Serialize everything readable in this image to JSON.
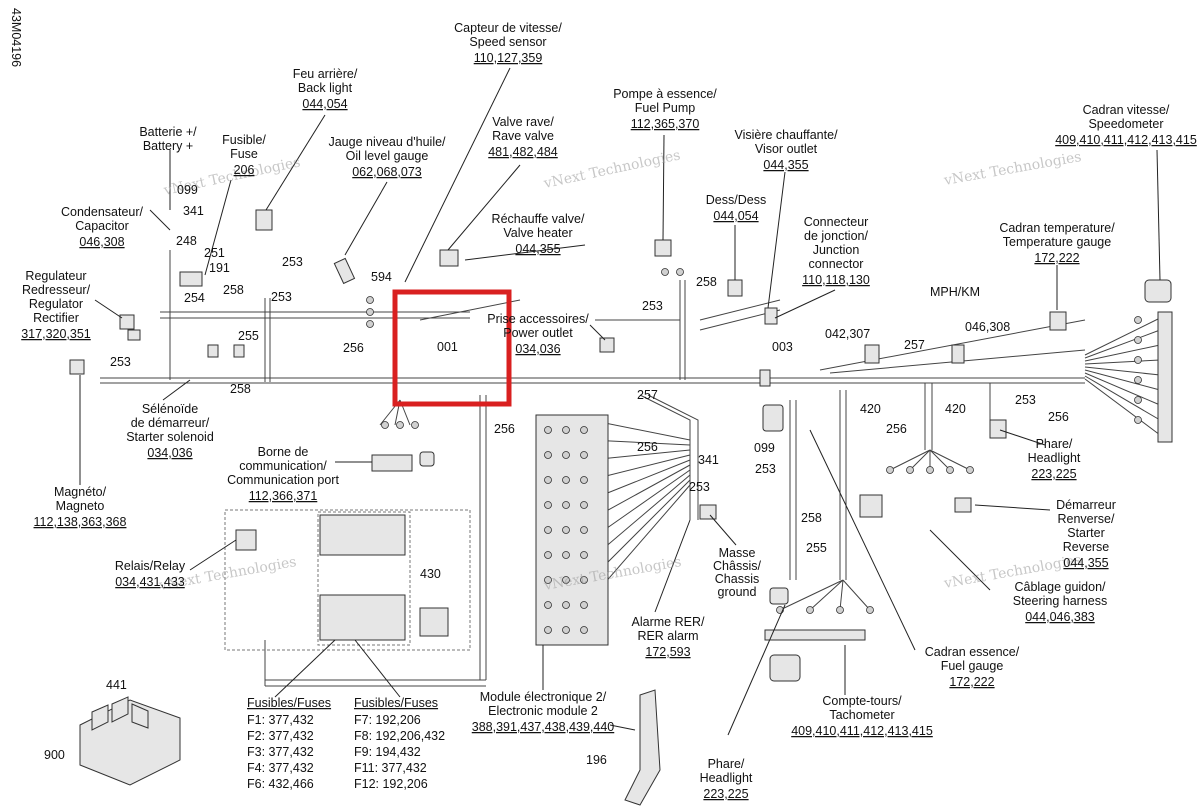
{
  "doc_id": "43M04196",
  "labels": [
    {
      "key": "speed",
      "lines": [
        "Capteur de vitesse/",
        "Speed sensor"
      ],
      "num": "110,127,359"
    },
    {
      "key": "backlight",
      "lines": [
        "Feu arrière/",
        "Back light"
      ],
      "num": "044,054"
    },
    {
      "key": "oil",
      "lines": [
        "Jauge niveau d'huile/",
        "Oil level gauge"
      ],
      "num": "062,068,073"
    },
    {
      "key": "rave",
      "lines": [
        "Valve rave/",
        "Rave valve"
      ],
      "num": "481,482,484"
    },
    {
      "key": "fuelpump",
      "lines": [
        "Pompe à essence/",
        "Fuel Pump"
      ],
      "num": "112,365,370"
    },
    {
      "key": "visor",
      "lines": [
        "Visière chauffante/",
        "Visor outlet"
      ],
      "num": "044,355"
    },
    {
      "key": "speedo",
      "lines": [
        "Cadran vitesse/",
        "Speedometer"
      ],
      "num": "409,410,411,412,413,415"
    },
    {
      "key": "battery",
      "lines": [
        "Batterie +/",
        "Battery +"
      ],
      "num": ""
    },
    {
      "key": "fuse",
      "lines": [
        "Fusible/",
        "Fuse"
      ],
      "num": "206"
    },
    {
      "key": "valveheater",
      "lines": [
        "Réchauffe valve/",
        "Valve heater"
      ],
      "num": "044,355"
    },
    {
      "key": "dess",
      "lines": [
        "Dess/Dess"
      ],
      "num": "044,054"
    },
    {
      "key": "junction",
      "lines": [
        "Connecteur",
        "de jonction/",
        "Junction",
        "connector"
      ],
      "num": "110,118,130"
    },
    {
      "key": "tempgauge",
      "lines": [
        "Cadran temperature/",
        "Temperature gauge"
      ],
      "num": "172,222"
    },
    {
      "key": "capacitor",
      "lines": [
        "Condensateur/",
        "Capacitor"
      ],
      "num": "046,308"
    },
    {
      "key": "regulator",
      "lines": [
        "Regulateur",
        "Redresseur/",
        "Regulator",
        "Rectifier"
      ],
      "num": "317,320,351"
    },
    {
      "key": "power",
      "lines": [
        "Prise accessoires/",
        "Power outlet"
      ],
      "num": "034,036"
    },
    {
      "key": "solenoid",
      "lines": [
        "Sélénoïde",
        "de démarreur/",
        "Starter solenoid"
      ],
      "num": "034,036"
    },
    {
      "key": "comport",
      "lines": [
        "Borne de",
        "communication/",
        "Communication port"
      ],
      "num": "112,366,371"
    },
    {
      "key": "magneto",
      "lines": [
        "Magnéto/",
        "Magneto"
      ],
      "num": "112,138,363,368"
    },
    {
      "key": "headlight1",
      "lines": [
        "Phare/",
        "Headlight"
      ],
      "num": "223,225"
    },
    {
      "key": "reverse",
      "lines": [
        "Démarreur",
        "Renverse/",
        "Starter",
        "Reverse"
      ],
      "num": "044,355"
    },
    {
      "key": "steering",
      "lines": [
        "Câblage guidon/",
        "Steering harness"
      ],
      "num": "044,046,383"
    },
    {
      "key": "relay",
      "lines": [
        "Relais/Relay"
      ],
      "num": "034,431,433"
    },
    {
      "key": "ground",
      "lines": [
        "Masse",
        "Châssis/",
        "Chassis",
        "ground"
      ],
      "num": ""
    },
    {
      "key": "reralarm",
      "lines": [
        "Alarme RER/",
        "RER alarm"
      ],
      "num": "172,593"
    },
    {
      "key": "fuelgauge",
      "lines": [
        "Cadran essence/",
        "Fuel gauge"
      ],
      "num": "172,222"
    },
    {
      "key": "tacho",
      "lines": [
        "Compte-tours/",
        "Tachometer"
      ],
      "num": "409,410,411,412,413,415"
    },
    {
      "key": "ecm2",
      "lines": [
        "Module électronique 2/",
        "Electronic module 2"
      ],
      "num": "388,391,437,438,439,440"
    },
    {
      "key": "headlight2",
      "lines": [
        "Phare/",
        "Headlight"
      ],
      "num": "223,225"
    }
  ],
  "mph_km": "MPH/KM",
  "fuses_left": {
    "title": "Fusibles/Fuses",
    "items": [
      "F1: 377,432",
      "F2: 377,432",
      "F3: 377,432",
      "F4: 377,432",
      "F6: 432,466"
    ]
  },
  "fuses_right": {
    "title": "Fusibles/Fuses",
    "items": [
      "F7: 192,206",
      "F8: 192,206,432",
      "F9: 194,432",
      "F11: 377,432",
      "F12: 192,206"
    ]
  },
  "callouts": [
    "099",
    "341",
    "248",
    "251",
    "191",
    "253",
    "594",
    "254",
    "258",
    "253",
    "255",
    "256",
    "253",
    "258",
    "001",
    "258",
    "003",
    "253",
    "042,307",
    "257",
    "046,308",
    "420",
    "420",
    "253",
    "256",
    "257",
    "256",
    "099",
    "341",
    "253",
    "253",
    "256",
    "258",
    "255",
    "430",
    "441",
    "900",
    "196",
    "256"
  ],
  "watermark_lines": [
    "vNext",
    "Technologies"
  ],
  "watermark_single": "vNext Technologies",
  "highlight_color": "#d92020"
}
